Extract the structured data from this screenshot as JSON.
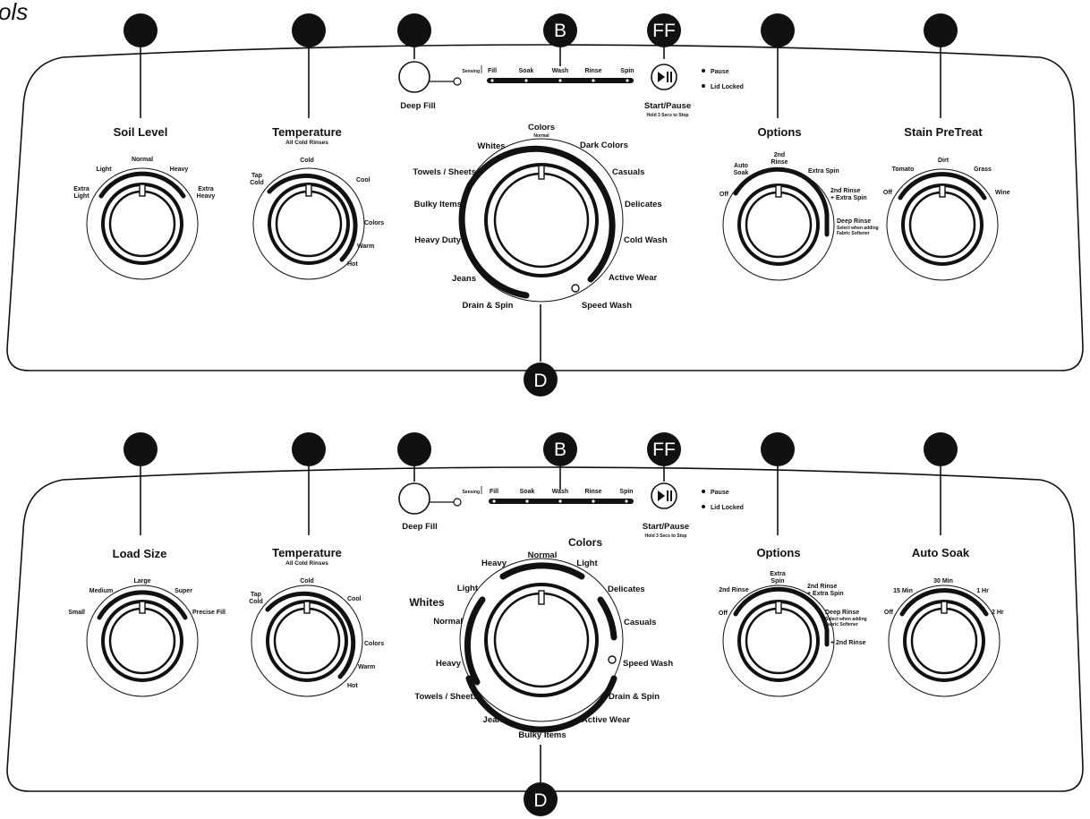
{
  "corner_text": "ols",
  "panels": [
    {
      "callouts": {
        "b": "B",
        "ff": "FF",
        "d": "D"
      },
      "status": {
        "sensing": "Sensing",
        "stages": [
          "Fill",
          "Soak",
          "Wash",
          "Rinse",
          "Spin"
        ]
      },
      "indicators": [
        "Pause",
        "Lid Locked"
      ],
      "deep_fill": "Deep Fill",
      "start_pause": {
        "label": "Start/Pause",
        "sub": "Hold 3 Secs to Stop"
      },
      "left_knob": {
        "title": "Soil Level",
        "labels": [
          "Extra\nLight",
          "Light",
          "Normal",
          "Heavy",
          "Extra\nHeavy"
        ]
      },
      "temp_knob": {
        "title": "Temperature",
        "sub": "All Cold Rinses",
        "labels": [
          "Tap\nCold",
          "Cold",
          "Cool",
          "Colors",
          "Warm",
          "Hot"
        ]
      },
      "cycle_knob": {
        "colors_heading": "Colors",
        "colors_sub": "Normal",
        "labels": [
          "Whites",
          "Dark Colors",
          "Towels / Sheets",
          "Casuals",
          "Bulky Items",
          "Delicates",
          "Heavy Duty",
          "Cold Wash",
          "Jeans",
          "Active Wear",
          "Drain & Spin",
          "Speed Wash"
        ]
      },
      "options_knob": {
        "title": "Options",
        "labels": [
          "Off",
          "Auto\nSoak",
          "2nd\nRinse",
          "Extra Spin",
          "2nd Rinse\n+ Extra Spin",
          "Deep Rinse"
        ],
        "note": "Select when adding\nFabric Softener"
      },
      "right_knob": {
        "title": "Stain PreTreat",
        "labels": [
          "Off",
          "Tomato",
          "Dirt",
          "Grass",
          "Wine"
        ]
      }
    },
    {
      "callouts": {
        "b": "B",
        "ff": "FF",
        "d": "D"
      },
      "status": {
        "sensing": "Sensing",
        "stages": [
          "Fill",
          "Soak",
          "Wash",
          "Rinse",
          "Spin"
        ]
      },
      "indicators": [
        "Pause",
        "Lid Locked"
      ],
      "deep_fill": "Deep Fill",
      "start_pause": {
        "label": "Start/Pause",
        "sub": "Hold 3 Secs to Stop"
      },
      "left_knob": {
        "title": "Load Size",
        "labels": [
          "Small",
          "Medium",
          "Large",
          "Super",
          "Precise Fill"
        ]
      },
      "temp_knob": {
        "title": "Temperature",
        "sub": "All Cold Rinses",
        "labels": [
          "Tap\nCold",
          "Cold",
          "Cool",
          "Colors",
          "Warm",
          "Hot"
        ]
      },
      "cycle_knob": {
        "colors_heading": "Colors",
        "whites_heading": "Whites",
        "labels": [
          "Heavy",
          "Normal",
          "Light",
          "Light",
          "Delicates",
          "Normal",
          "Casuals",
          "Heavy",
          "Speed Wash",
          "Towels / Sheets",
          "Drain & Spin",
          "Jeans",
          "Active Wear",
          "Bulky Items"
        ]
      },
      "options_knob": {
        "title": "Options",
        "labels": [
          "2nd Rinse",
          "Extra\nSpin",
          "2nd Rinse\n+ Extra Spin",
          "Off",
          "Deep Rinse",
          "+ 2nd Rinse"
        ],
        "note": "Select when adding\nFabric Softener"
      },
      "right_knob": {
        "title": "Auto Soak",
        "labels": [
          "15 Min",
          "30 Min",
          "1 Hr",
          "Off",
          "2 Hr"
        ]
      }
    }
  ]
}
